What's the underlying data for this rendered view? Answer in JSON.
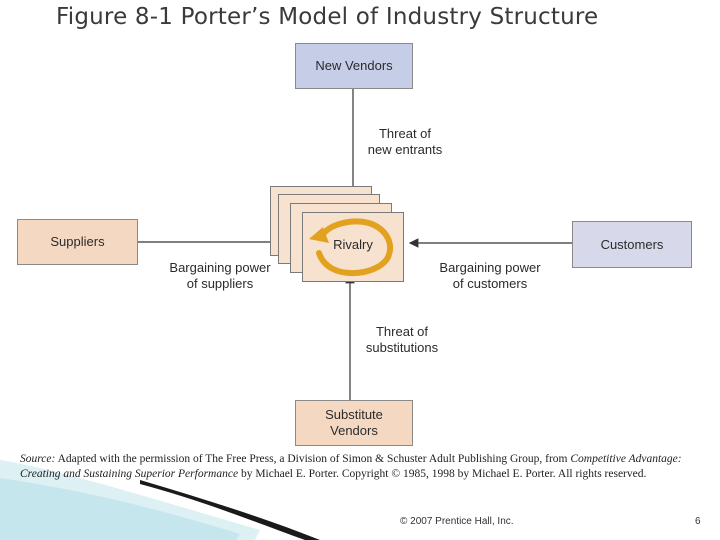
{
  "title": "Figure 8-1 Porter’s Model of Industry Structure",
  "nodes": {
    "new_vendors": "New Vendors",
    "suppliers": "Suppliers",
    "customers": "Customers",
    "substitute_vendors": "Substitute\nVendors",
    "rivalry": "Rivalry"
  },
  "forces": {
    "new_entrants": "Threat of\nnew entrants",
    "suppliers_power": "Bargaining power\nof suppliers",
    "customers_power": "Bargaining power\nof customers",
    "substitutions": "Threat  of\nsubstitutions"
  },
  "source": {
    "label": "Source:",
    "text1": " Adapted with the permission of The Free Press, a Division of Simon & Schuster Adult Publishing Group, from ",
    "book": "Competitive Advantage: Creating and Sustaining Superior Performance",
    "text2": " by Michael E. Porter. Copyright © 1985, 1998 by Michael E. Porter. All rights reserved."
  },
  "footer": {
    "copyright": "© 2007 Prentice Hall, Inc.",
    "page_number": "6"
  },
  "colors": {
    "top_box": "#c6cde6",
    "side_box": "#f5d8c2",
    "rivalry_card": "#f7e1cf",
    "rivalry_arrow": "#e2a21f"
  }
}
